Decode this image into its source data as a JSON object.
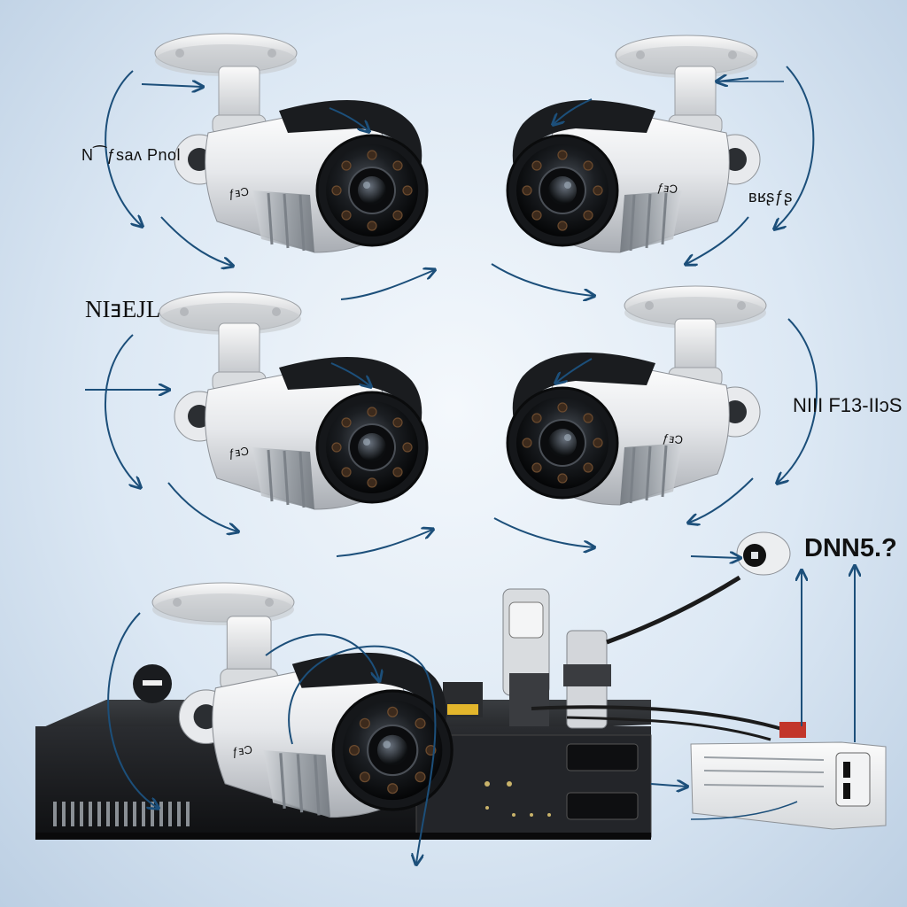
{
  "labels": {
    "top_left": "N⁀ƒsaʌ Pnol",
    "top_right": "ʙʁʂƒʂ",
    "mid_left": "NIⱻEJL",
    "mid_right": "NIII F13-IIɔS",
    "lower_right": "DNN5.?"
  },
  "camera_badges": [
    "ƒⱻƆ",
    "ƒⱻƆ",
    "ƒⱻƆ",
    "ƒⱻƆ",
    "ƒⱻƆ"
  ],
  "colors": {
    "background_center": "#f4f8fc",
    "background_edge": "#bccfe3",
    "camera_body": "#e4e6e9",
    "arrow": "#1c4f7a",
    "dvr_body": "#1e2023"
  }
}
